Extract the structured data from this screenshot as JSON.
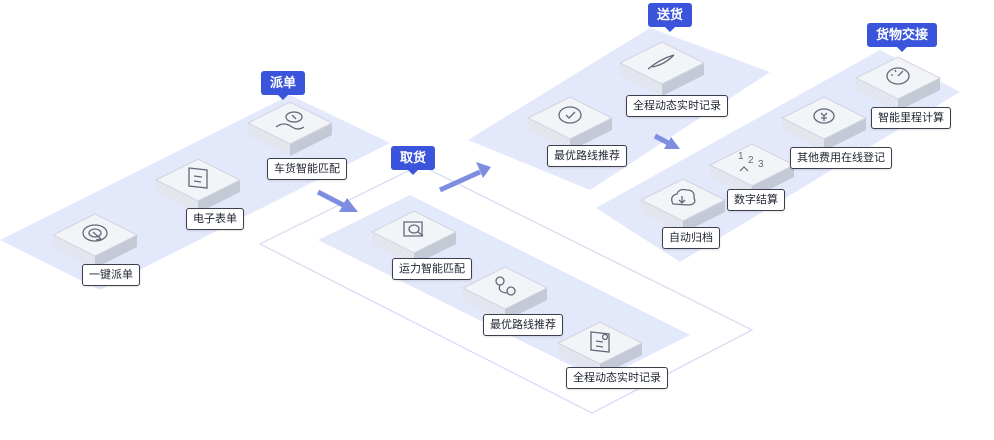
{
  "stages": {
    "dispatch": "派单",
    "pickup": "取货",
    "delivery": "送货",
    "handover": "货物交接"
  },
  "nodes": {
    "one_click_dispatch": "一键派单",
    "electronic_form": "电子表单",
    "vehicle_cargo_match": "车货智能匹配",
    "capacity_match": "运力智能匹配",
    "pickup_route": "最优路线推荐",
    "pickup_record": "全程动态实时记录",
    "delivery_route": "最优路线推荐",
    "delivery_record": "全程动态实时记录",
    "auto_archive": "自动归档",
    "digital_settlement": "数字结算",
    "online_fee_register": "其他费用在线登记",
    "smart_mileage": "智能里程计算"
  },
  "colors": {
    "band": "#e4e8fb",
    "accent": "#3a55dc",
    "arrow": "#7d8ee0"
  }
}
